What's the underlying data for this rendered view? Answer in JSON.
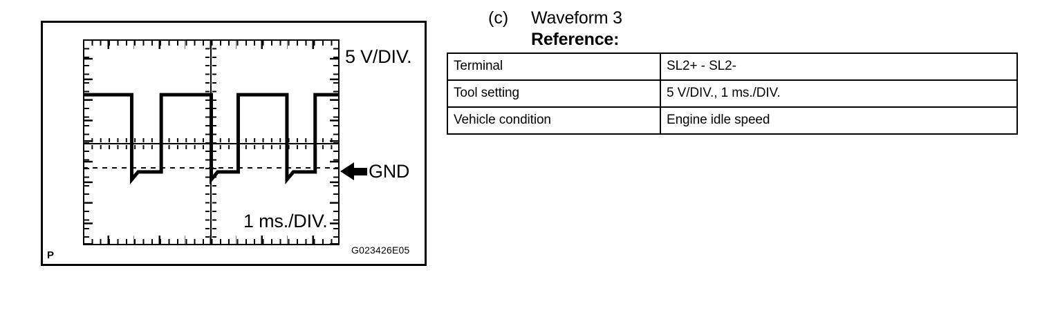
{
  "figure": {
    "id_code": "G023426E05",
    "corner_mark": "P",
    "vertical_scale_label": "5 V/DIV.",
    "horizontal_scale_label": "1 ms./DIV.",
    "ground_label": "GND",
    "ground_arrow_icon": "left-arrow-icon"
  },
  "heading": {
    "letter": "(c)",
    "title": "Waveform 3",
    "reference": "Reference:"
  },
  "table": {
    "rows": [
      {
        "key": "Terminal",
        "value": "SL2+ - SL2-"
      },
      {
        "key": "Tool setting",
        "value": "5 V/DIV., 1 ms./DIV."
      },
      {
        "key": "Vehicle condition",
        "value": "Engine idle speed"
      }
    ]
  },
  "chart_data": {
    "type": "line",
    "title": "Waveform 3",
    "xlabel": "1 ms./DIV.",
    "ylabel": "5 V/DIV.",
    "grid": true,
    "legend": "none",
    "divisions_x": 10,
    "divisions_y": 8,
    "volts_per_div": 5,
    "ms_per_div": 1,
    "ground_reference_div": -1.2,
    "high_level_div": 1.85,
    "low_level_div": -1.15,
    "undershoot_div": -1.45,
    "annotations": [
      "GND"
    ],
    "description": "Square wave pulse train, high level about 9 V above ground, dropping to ground level with a small negative undershoot spike at each falling edge.",
    "series": [
      {
        "name": "SL2+ - SL2-",
        "points_div": [
          [
            -5.0,
            1.85
          ],
          [
            -3.1,
            1.85
          ],
          [
            -3.1,
            -1.45
          ],
          [
            -2.85,
            -1.15
          ],
          [
            -1.95,
            -1.15
          ],
          [
            -1.95,
            1.85
          ],
          [
            0.0,
            1.85
          ],
          [
            0.0,
            -1.45
          ],
          [
            0.25,
            -1.15
          ],
          [
            1.05,
            -1.15
          ],
          [
            1.05,
            1.85
          ],
          [
            2.95,
            1.85
          ],
          [
            2.95,
            -1.45
          ],
          [
            3.2,
            -1.15
          ],
          [
            4.05,
            -1.15
          ],
          [
            4.05,
            1.85
          ],
          [
            5.0,
            1.85
          ]
        ]
      }
    ]
  }
}
